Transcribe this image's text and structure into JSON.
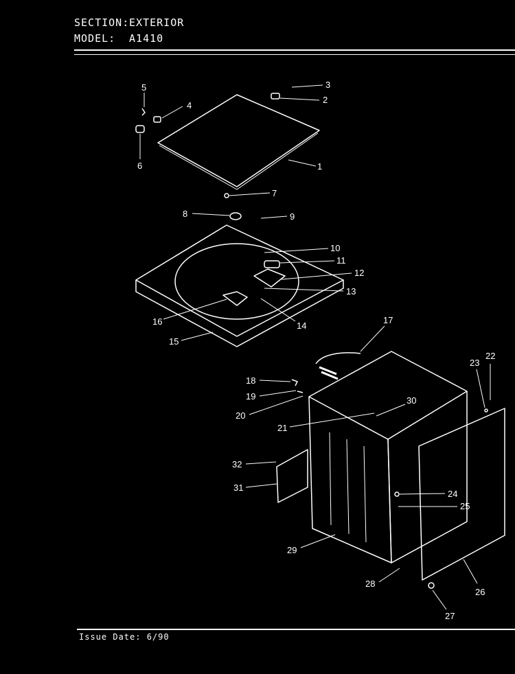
{
  "header": {
    "section_label": "SECTION:",
    "section_value": "EXTERIOR",
    "model_label": "MODEL:",
    "model_value": "A1410"
  },
  "footer": {
    "issue_date": "Issue Date: 6/90"
  },
  "callouts": [
    "1",
    "2",
    "3",
    "4",
    "5",
    "6",
    "7",
    "8",
    "9",
    "10",
    "11",
    "12",
    "13",
    "14",
    "15",
    "16",
    "17",
    "18",
    "19",
    "20",
    "21",
    "22",
    "23",
    "24",
    "25",
    "26",
    "27",
    "28",
    "29",
    "30",
    "31",
    "32"
  ]
}
